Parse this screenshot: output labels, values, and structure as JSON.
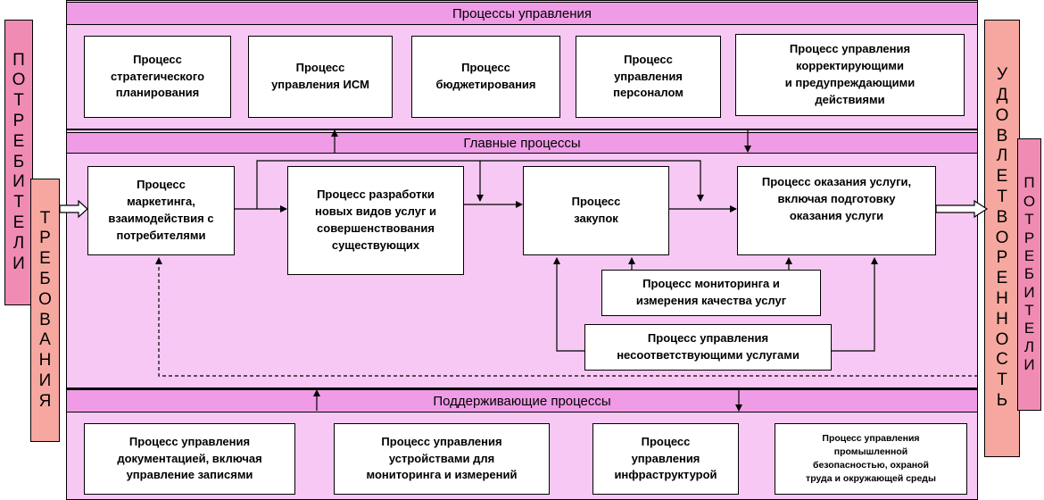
{
  "bars": {
    "management": "Процессы управления",
    "main": "Главные процессы",
    "support": "Поддерживающие процессы"
  },
  "side": {
    "consumers_left": "П\nО\nТ\nР\nЕ\nБ\nИ\nТ\nЕ\nЛ\nИ",
    "requirements": "Т\nР\nЕ\nБ\nО\nВ\nА\nН\nИ\nЯ",
    "satisfaction": "У\nД\nО\nВ\nЛ\nЕ\nТ\nВ\nО\nР\nЕ\nН\nН\nО\nС\nТ\nЬ",
    "consumers_right": "П\nО\nТ\nР\nЕ\nБ\nИ\nТ\nЕ\nЛ\nИ"
  },
  "management": {
    "strategic": "Процесс\nстратегического\nпланирования",
    "ism": "Процесс\nуправления ИСМ",
    "budget": "Процесс\nбюджетирования",
    "personnel": "Процесс\nуправления\nперсоналом",
    "corrective": "Процесс управления\nкорректирующими\nи предупреждающими\nдействиями"
  },
  "main": {
    "marketing": "Процесс\nмаркетинга,\nвзаимодействия с\nпотребителями",
    "development": "Процесс разработки\nновых видов услуг и\nсовершенствования\nсуществующих",
    "purchasing": "Процесс\nзакупок",
    "service": "Процесс оказания  услуги,\nвключая подготовку\nоказания услуги",
    "monitoring": "Процесс мониторинга и\nизмерения качества услуг",
    "nonconforming": "Процесс управления\nнесоответствующими услугами"
  },
  "support": {
    "documentation": "Процесс управления\nдокументацией, включая\nуправление записями",
    "devices": "Процесс управления\nустройствами для\nмониторинга и измерений",
    "infrastructure": "Процесс\nуправления\nинфраструктурой",
    "safety": "Процесс управления\nпромышленной\nбезопасностью, охраной\nтруда и окружающей среды"
  },
  "colors": {
    "panel": "#f7c8f4",
    "bar": "#ef9be6",
    "side_pink": "#f08cb4",
    "side_light": "#f6a8a0"
  }
}
